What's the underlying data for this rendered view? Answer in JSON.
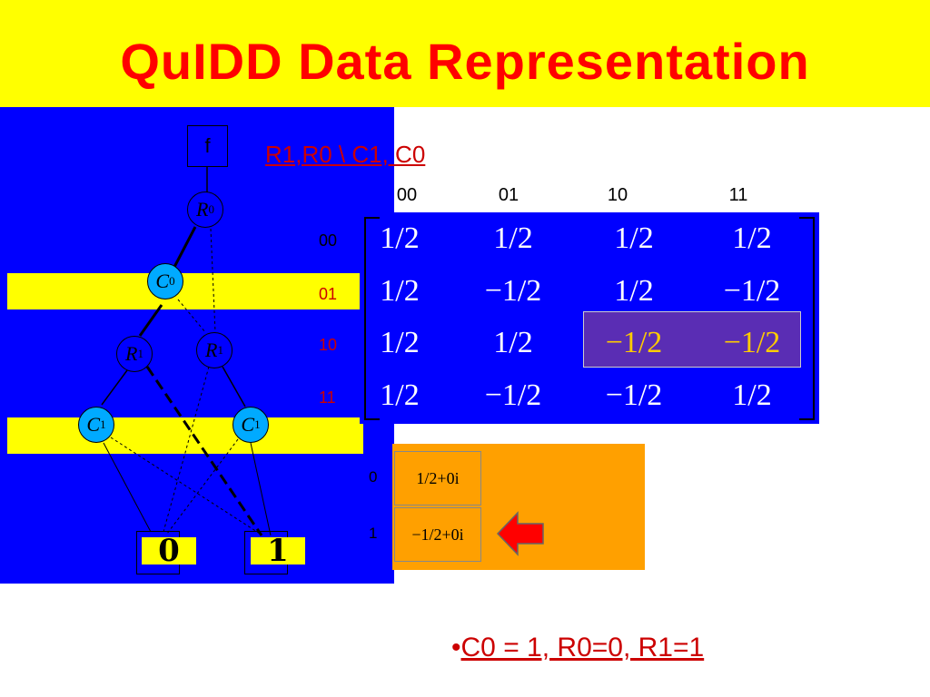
{
  "title": "QuIDD  Data Representation",
  "graph": {
    "function_label": "f",
    "nodes": {
      "r0": {
        "letter": "R",
        "sub": "0"
      },
      "c0": {
        "letter": "C",
        "sub": "0"
      },
      "r1_left": {
        "letter": "R",
        "sub": "1"
      },
      "r1_right": {
        "letter": "R",
        "sub": "1"
      },
      "c1_left": {
        "letter": "C",
        "sub": "1"
      },
      "c1_right": {
        "letter": "C",
        "sub": "1"
      }
    },
    "terminals": [
      "0",
      "1"
    ]
  },
  "matrix": {
    "header": "R1,R0 \\ C1, C0",
    "col_labels": [
      "00",
      "01",
      "10",
      "11"
    ],
    "row_labels": [
      "00",
      "01",
      "10",
      "11"
    ],
    "rows": [
      [
        "1/2",
        "1/2",
        "1/2",
        "1/2"
      ],
      [
        "1/2",
        "−1/2",
        "1/2",
        "−1/2"
      ],
      [
        "1/2",
        "1/2",
        "−1/2",
        "−1/2"
      ],
      [
        "1/2",
        "−1/2",
        "−1/2",
        "1/2"
      ]
    ]
  },
  "terminal_table": {
    "indices": [
      "0",
      "1"
    ],
    "values": [
      "1/2+0i",
      "−1/2+0i"
    ]
  },
  "note": {
    "bullet": "•",
    "text": "C0 = 1, R0=0, R1=1"
  },
  "colors": {
    "title": "#ff0000",
    "panel": "#0000ff",
    "band": "#ffff00",
    "c_node": "#00aaff",
    "highlight": "#5a2db4",
    "orange": "#ffa000",
    "arrow": "#ff0000"
  }
}
